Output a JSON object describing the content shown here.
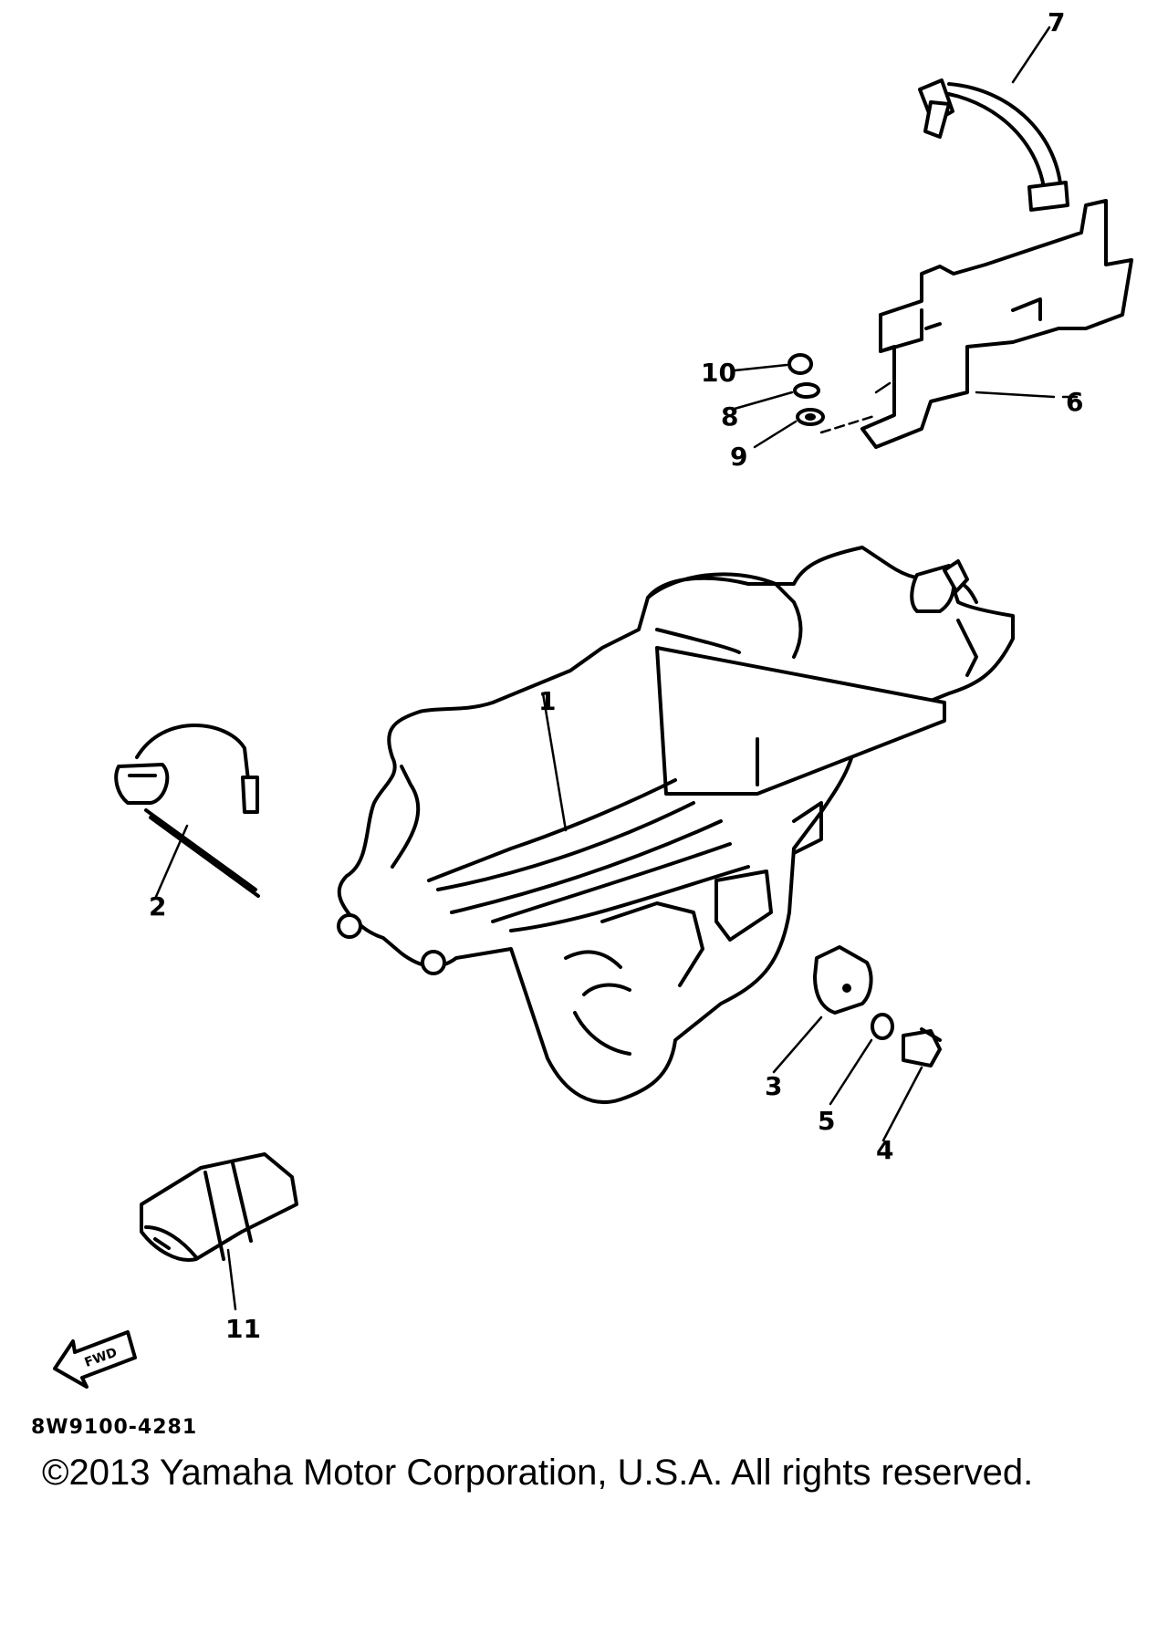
{
  "diagram": {
    "callouts": {
      "c1": "1",
      "c2": "2",
      "c3": "3",
      "c4": "4",
      "c5": "5",
      "c6": "6",
      "c7": "7",
      "c8": "8",
      "c9": "9",
      "c10": "10",
      "c11": "11"
    },
    "fwd_label": "FWD"
  },
  "footer": {
    "part_code": "8W9100-4281",
    "copyright": "©2013 Yamaha Motor Corporation, U.S.A. All rights reserved."
  }
}
